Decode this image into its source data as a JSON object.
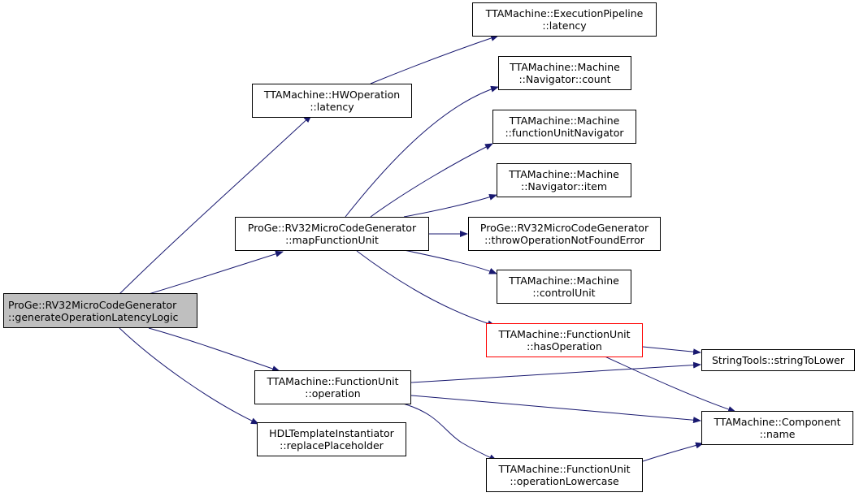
{
  "colors": {
    "edge": "#191970",
    "root_fill": "#bfbfbf",
    "highlight_border": "#ff0000",
    "node_border": "#000000"
  },
  "nodes": {
    "root": {
      "line1": "ProGe::RV32MicroCodeGenerator",
      "line2": "::generateOperationLatencyLogic"
    },
    "hwop": {
      "line1": "TTAMachine::HWOperation",
      "line2": "::latency"
    },
    "mapfu": {
      "line1": "ProGe::RV32MicroCodeGenerator",
      "line2": "::mapFunctionUnit"
    },
    "fuop": {
      "line1": "TTAMachine::FunctionUnit",
      "line2": "::operation"
    },
    "hdl": {
      "line1": "HDLTemplateInstantiator",
      "line2": "::replacePlaceholder"
    },
    "execpipe": {
      "line1": "TTAMachine::ExecutionPipeline",
      "line2": "::latency"
    },
    "navcount": {
      "line1": "TTAMachine::Machine",
      "line2": "::Navigator::count"
    },
    "funav": {
      "line1": "TTAMachine::Machine",
      "line2": "::functionUnitNavigator"
    },
    "navitem": {
      "line1": "TTAMachine::Machine",
      "line2": "::Navigator::item"
    },
    "throwerr": {
      "line1": "ProGe::RV32MicroCodeGenerator",
      "line2": "::throwOperationNotFoundError"
    },
    "ctrlunit": {
      "line1": "TTAMachine::Machine",
      "line2": "::controlUnit"
    },
    "hasop": {
      "line1": "TTAMachine::FunctionUnit",
      "line2": "::hasOperation"
    },
    "strlower": {
      "line1": "StringTools::stringToLower"
    },
    "compname": {
      "line1": "TTAMachine::Component",
      "line2": "::name"
    },
    "oplower": {
      "line1": "TTAMachine::FunctionUnit",
      "line2": "::operationLowercase"
    }
  }
}
